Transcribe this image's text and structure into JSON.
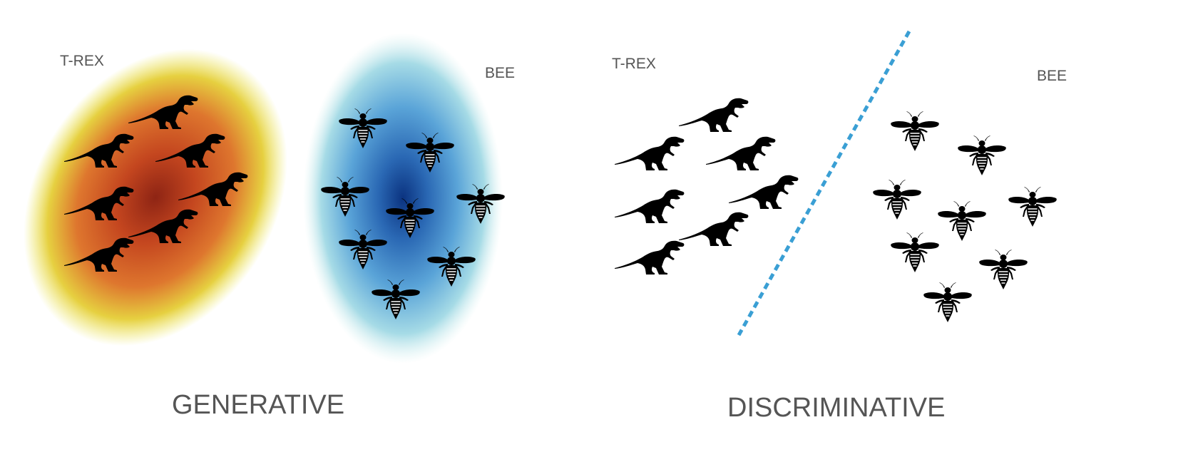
{
  "generative": {
    "caption": "GENERATIVE",
    "trex_label": "T-REX",
    "bee_label": "BEE"
  },
  "discriminative": {
    "caption": "DISCRIMINATIVE",
    "trex_label": "T-REX",
    "bee_label": "BEE"
  },
  "colors": {
    "trex_cluster_center": "#a0301c",
    "trex_cluster_mid": "#d2582a",
    "trex_cluster_edge": "#e8e04a",
    "bee_cluster_center": "#0e3f86",
    "bee_cluster_mid": "#5ea9d8",
    "bee_cluster_edge": "#bfe8ea",
    "decision_boundary": "#3a9fd4",
    "text": "#555555",
    "silhouette": "#000000"
  },
  "icons": {
    "trex": "trex-icon",
    "bee": "bee-icon"
  }
}
